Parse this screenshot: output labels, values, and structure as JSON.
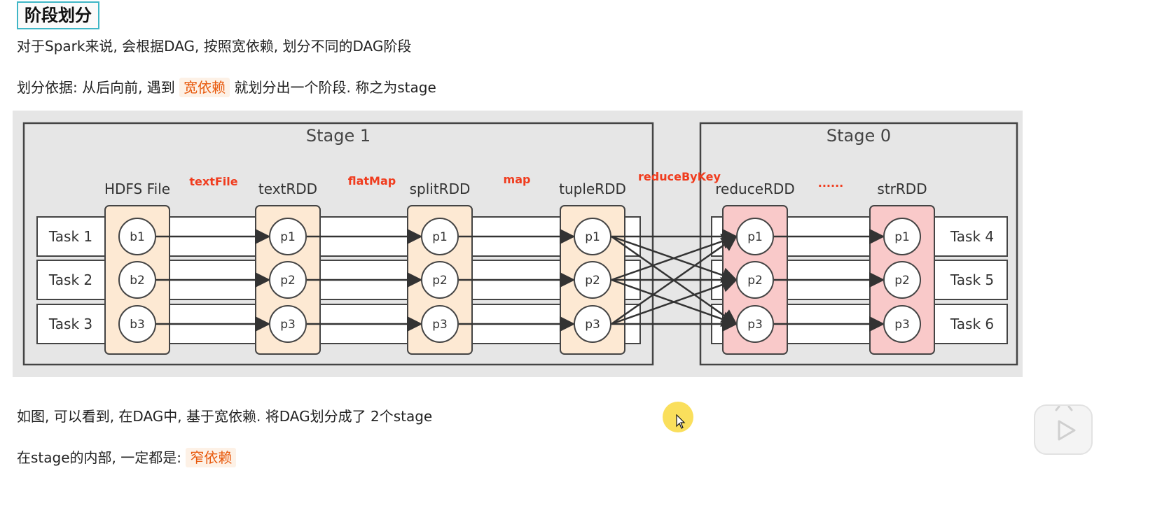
{
  "page": {
    "heading": "阶段划分",
    "para1": "对于Spark来说, 会根据DAG, 按照宽依赖, 划分不同的DAG阶段",
    "para2_before": "划分依据: 从后向前, 遇到",
    "para2_highlight": "宽依赖",
    "para2_after": "就划分出一个阶段. 称之为stage",
    "para3": "如图, 可以看到, 在DAG中, 基于宽依赖. 将DAG划分成了 2个stage",
    "para4_before": "在stage的内部, 一定都是:",
    "para4_highlight": "窄依赖"
  },
  "diagram": {
    "stages": [
      "Stage 1",
      "Stage 0"
    ],
    "columns": [
      {
        "label": "HDFS File",
        "nodes": [
          "b1",
          "b2",
          "b3"
        ],
        "color": "#fde9d3"
      },
      {
        "label": "textRDD",
        "nodes": [
          "p1",
          "p2",
          "p3"
        ],
        "color": "#fde9d3"
      },
      {
        "label": "splitRDD",
        "nodes": [
          "p1",
          "p2",
          "p3"
        ],
        "color": "#fde9d3"
      },
      {
        "label": "tupleRDD",
        "nodes": [
          "p1",
          "p2",
          "p3"
        ],
        "color": "#fde9d3"
      },
      {
        "label": "reduceRDD",
        "nodes": [
          "p1",
          "p2",
          "p3"
        ],
        "color": "#f9c9c9"
      },
      {
        "label": "strRDD",
        "nodes": [
          "p1",
          "p2",
          "p3"
        ],
        "color": "#f9c9c9"
      }
    ],
    "operations": [
      "textFile",
      "flatMap",
      "map",
      "reduceByKey",
      "......"
    ],
    "tasks_left": [
      "Task 1",
      "Task 2",
      "Task 3"
    ],
    "tasks_right": [
      "Task 4",
      "Task 5",
      "Task 6"
    ],
    "op_color": "#f03c1e",
    "stage_bg": "#e6e6e6",
    "border_color": "#444444"
  }
}
